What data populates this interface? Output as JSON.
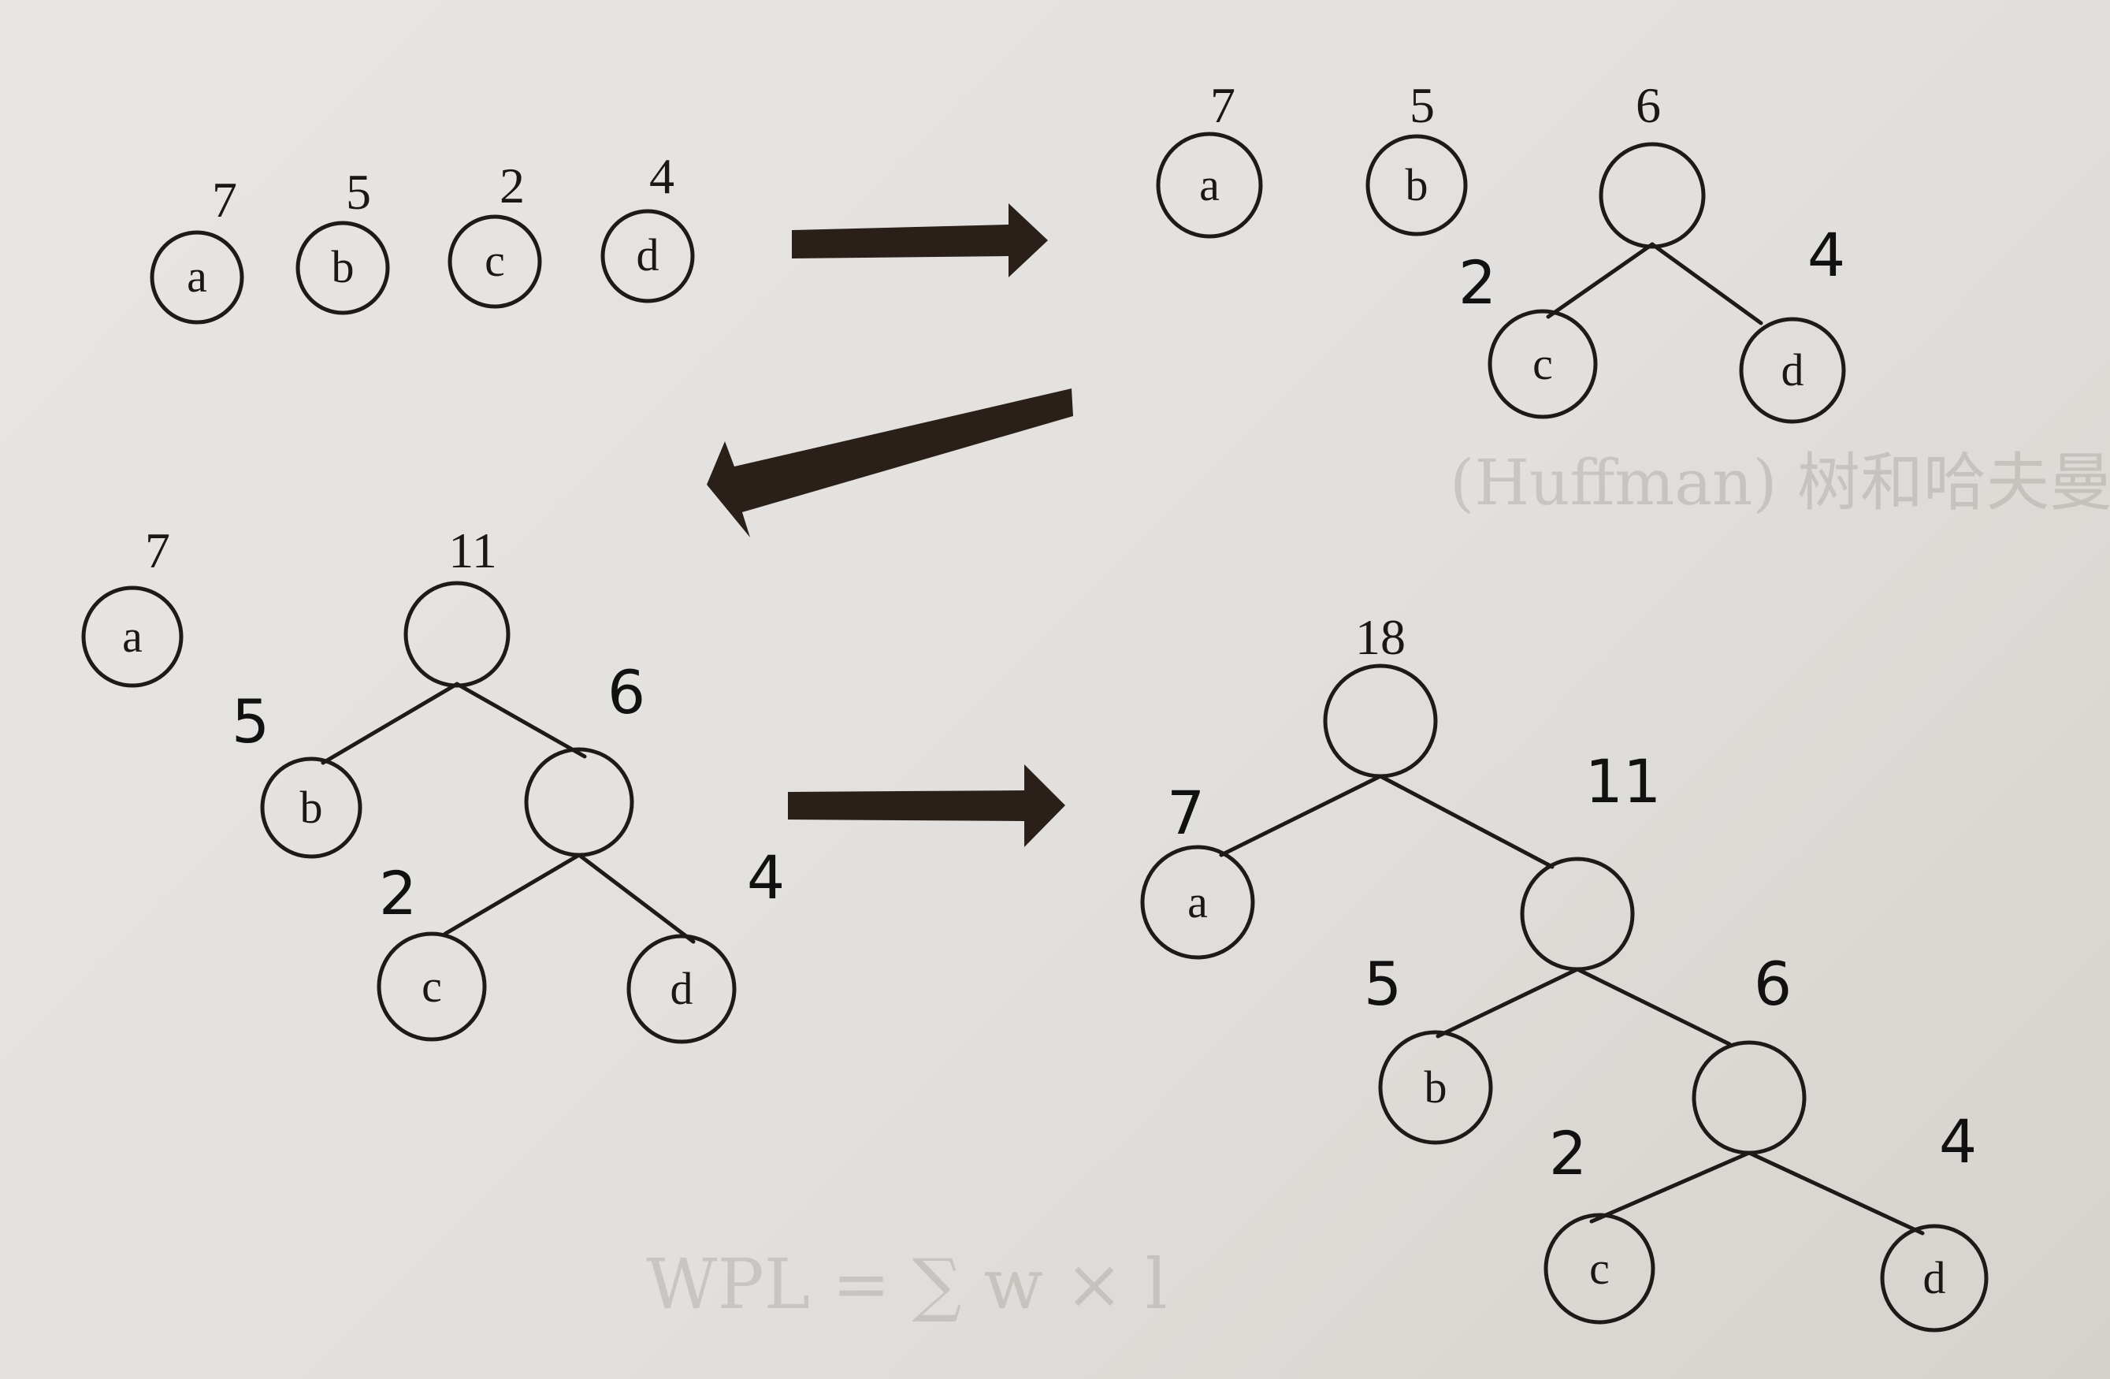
{
  "background_text": {
    "bleed_line1": "(Huffman) 树和哈夫曼",
    "bleed_line2": "WPL = ∑ w × l"
  },
  "stages": [
    {
      "id": "stage1",
      "leaves": [
        {
          "label": "a",
          "weight": "7"
        },
        {
          "label": "b",
          "weight": "5"
        },
        {
          "label": "c",
          "weight": "2"
        },
        {
          "label": "d",
          "weight": "4"
        }
      ]
    },
    {
      "id": "stage2",
      "leaves": [
        {
          "label": "a",
          "weight": "7"
        },
        {
          "label": "b",
          "weight": "5"
        }
      ],
      "subtree": {
        "root_weight": "6",
        "children": [
          {
            "label": "c",
            "weight": "2"
          },
          {
            "label": "d",
            "weight": "4"
          }
        ]
      }
    },
    {
      "id": "stage3",
      "leaves": [
        {
          "label": "a",
          "weight": "7"
        }
      ],
      "subtree": {
        "root_weight": "11",
        "left": {
          "label": "b",
          "weight": "5"
        },
        "right_weight": "6",
        "children": [
          {
            "label": "c",
            "weight": "2"
          },
          {
            "label": "d",
            "weight": "4"
          }
        ]
      }
    },
    {
      "id": "stage4",
      "root_weight": "18",
      "left": {
        "label": "a",
        "weight": "7"
      },
      "right_weight": "11",
      "level2_left": {
        "label": "b",
        "weight": "5"
      },
      "level2_right_weight": "6",
      "children": [
        {
          "label": "c",
          "weight": "2"
        },
        {
          "label": "d",
          "weight": "4"
        }
      ]
    }
  ]
}
